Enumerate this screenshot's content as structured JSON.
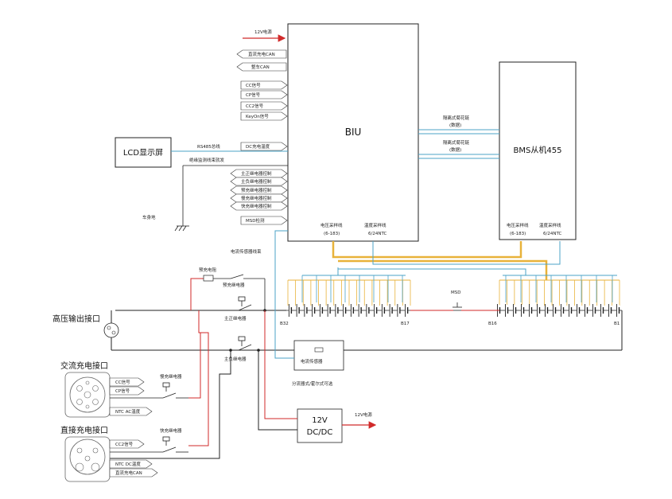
{
  "blocks": {
    "biu": "BIU",
    "bms": "BMS从机455",
    "lcd": "LCD显示屏",
    "dcdc_line1": "12V",
    "dcdc_line2": "DC/DC",
    "current_sensor": "电流传感器"
  },
  "left_signals": {
    "power_12v": "12V电源",
    "tags": [
      "直流充电CAN",
      "整车CAN",
      "CC信号",
      "CP信号",
      "CC2信号",
      "KeyOn信号",
      "DC充电温度"
    ],
    "relay_ctrl": [
      "主正继电器控制",
      "主负继电器控制",
      "预充继电器控制",
      "慢充继电器控制",
      "快充继电器控制"
    ],
    "msd": "MSD检测",
    "rs485": "RS485总线",
    "insulation": "绝缘监测线束就发",
    "chassis": "车身地"
  },
  "biu_bus": {
    "daisy1_l1": "隔离式菊花链",
    "daisy1_l2": "(数据)",
    "daisy2_l1": "隔离式菊花链",
    "daisy2_l2": "(数据)",
    "biu_volt_l1": "电压采样线",
    "biu_volt_l2": "(6-183)",
    "biu_temp_l1": "温度采样线",
    "biu_temp_l2": "6/24NTC",
    "bms_volt_l1": "电压采样线",
    "bms_volt_l2": "(6-183)",
    "bms_temp_l1": "温度采样线",
    "bms_temp_l2": "6/24NTC"
  },
  "power_circuit": {
    "precharge_resistor": "预充电阻",
    "precharge_relay": "预充继电器",
    "main_pos_relay": "主正继电器",
    "main_neg_relay": "主负继电器",
    "hv_output": "高压输出接口",
    "current_harness": "电流传感器线束",
    "sensor_type": "分流器式/霍尔式可选",
    "msd": "MSD",
    "cell_b32": "B32",
    "cell_b17": "B17",
    "cell_b16": "B16",
    "cell_b1": "B1",
    "out_12v": "12V电源"
  },
  "ac_port": {
    "title": "交流充电接口",
    "slow_relay": "慢充继电器",
    "tags": [
      "CC信号",
      "CP信号",
      "NTC AC温度"
    ]
  },
  "dc_port": {
    "title": "直接充电接口",
    "fast_relay": "快充继电器",
    "tags": [
      "CC2信号",
      "NTC DC温度",
      "直流充电CAN"
    ]
  },
  "colors": {
    "blue": "#4ba3c7",
    "orange": "#e8b23a",
    "red": "#d12a2a",
    "black": "#1a1a1a"
  }
}
